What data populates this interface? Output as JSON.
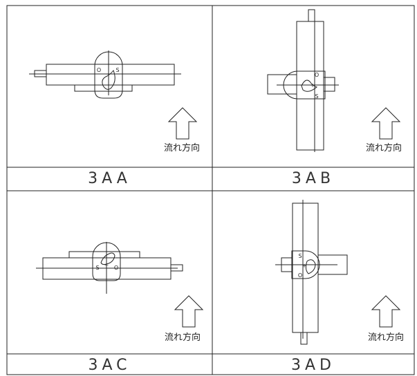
{
  "figure": {
    "panels": [
      {
        "id": "3AA",
        "caption": "3AA",
        "flow_label": "流れ方向"
      },
      {
        "id": "3AB",
        "caption": "3AB",
        "flow_label": "流れ方向"
      },
      {
        "id": "3AC",
        "caption": "3AC",
        "flow_label": "流れ方向"
      },
      {
        "id": "3AD",
        "caption": "3AD",
        "flow_label": "流れ方向"
      }
    ],
    "marks": {
      "open": "O",
      "shut": "S",
      "center": "+"
    }
  }
}
